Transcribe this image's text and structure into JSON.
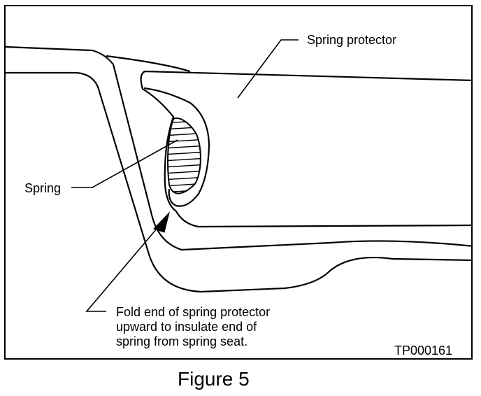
{
  "labels": {
    "spring_protector": "Spring protector",
    "spring": "Spring",
    "fold_note": "Fold end of spring protector\nupward to insulate end of\nspring from spring seat.",
    "part_code": "TP000161"
  },
  "caption": "Figure 5",
  "colors": {
    "line": "#000000",
    "background": "#ffffff"
  }
}
